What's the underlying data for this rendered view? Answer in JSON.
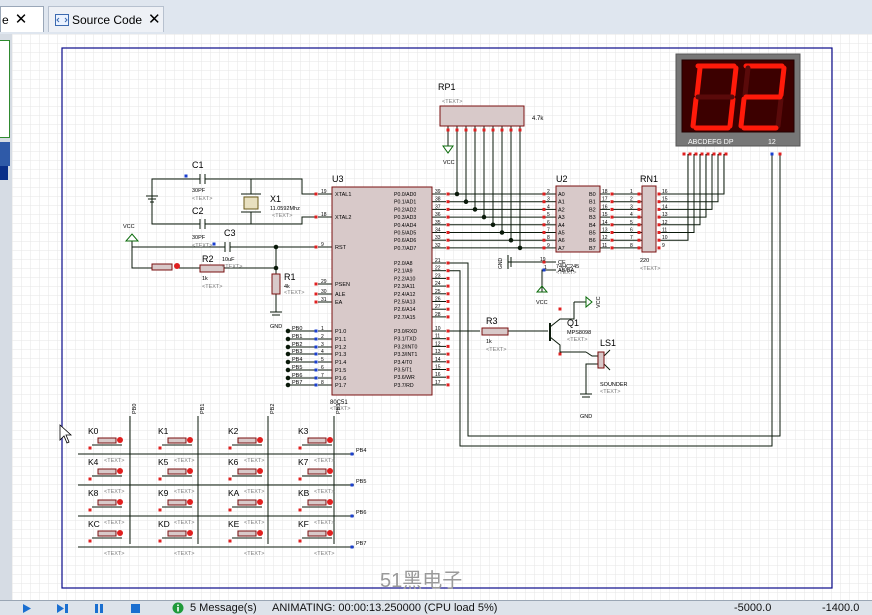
{
  "tabs": [
    {
      "label": "e",
      "active": true
    },
    {
      "label": "Source Code",
      "active": false
    }
  ],
  "tab_close_glyph": "✕",
  "display": {
    "digits": "02",
    "segment_labels": "ABCDEFG DP",
    "pin_labels": "12"
  },
  "components": {
    "RP1": {
      "ref": "RP1",
      "value": "4.7k"
    },
    "U3": {
      "ref": "U3",
      "part": "80C51"
    },
    "U2": {
      "ref": "U2",
      "part": "74HC245"
    },
    "RN1": {
      "ref": "RN1",
      "value": "220"
    },
    "C1": {
      "ref": "C1",
      "value": "30PF"
    },
    "C2": {
      "ref": "C2",
      "value": "30PF"
    },
    "C3": {
      "ref": "C3",
      "value": "10uF"
    },
    "X1": {
      "ref": "X1",
      "value": "11.0592Mhz"
    },
    "R1": {
      "ref": "R1",
      "value": "4k"
    },
    "R2": {
      "ref": "R2",
      "value": "1k"
    },
    "R3": {
      "ref": "R3",
      "value": "1k"
    },
    "Q1": {
      "ref": "Q1",
      "part": "MPS8098"
    },
    "LS1": {
      "ref": "LS1",
      "part": "SOUNDER"
    }
  },
  "text_placeholder": "<TEXT>",
  "power_labels": {
    "vcc": "VCC",
    "gnd": "GND"
  },
  "u3_pins_left": [
    "XTAL1",
    "XTAL2",
    "RST",
    "PSEN",
    "ALE",
    "EA",
    "P1.0",
    "P1.1",
    "P1.2",
    "P1.3",
    "P1.4",
    "P1.5",
    "P1.6",
    "P1.7"
  ],
  "u3_pins_right": [
    "P0.0/AD0",
    "P0.1/AD1",
    "P0.2/AD2",
    "P0.3/AD3",
    "P0.4/AD4",
    "P0.5/AD5",
    "P0.6/AD6",
    "P0.7/AD7",
    "P2.0/A8",
    "P2.1/A9",
    "P2.2/A10",
    "P2.3/A11",
    "P2.4/A12",
    "P2.5/A13",
    "P2.6/A14",
    "P2.7/A15",
    "P3.0/RXD",
    "P3.1/TXD",
    "P3.2/INT0",
    "P3.3/INT1",
    "P3.4/T0",
    "P3.5/T1",
    "P3.6/WR",
    "P3.7/RD"
  ],
  "u3_pin_nums_right": [
    "39",
    "38",
    "37",
    "36",
    "35",
    "34",
    "33",
    "32",
    "21",
    "22",
    "23",
    "24",
    "25",
    "26",
    "27",
    "28",
    "10",
    "11",
    "12",
    "13",
    "14",
    "15",
    "16",
    "17"
  ],
  "u3_pin_nums_left": [
    "19",
    "18",
    "9",
    "29",
    "30",
    "31",
    "1",
    "2",
    "3",
    "4",
    "5",
    "6",
    "7",
    "8"
  ],
  "u2_pins_a": [
    "A0",
    "A1",
    "A2",
    "A3",
    "A4",
    "A5",
    "A6",
    "A7"
  ],
  "u2_pins_b": [
    "B0",
    "B1",
    "B2",
    "B3",
    "B4",
    "B5",
    "B6",
    "B7"
  ],
  "u2_nums_a": [
    "2",
    "3",
    "4",
    "5",
    "6",
    "7",
    "8",
    "9"
  ],
  "u2_nums_b": [
    "18",
    "17",
    "16",
    "15",
    "14",
    "13",
    "12",
    "11"
  ],
  "u2_ctrl": [
    "CE",
    "AB/BA"
  ],
  "u2_ctrl_nums": [
    "19",
    "1"
  ],
  "rn1_nums_left": [
    "1",
    "2",
    "3",
    "4",
    "5",
    "6",
    "7",
    "8"
  ],
  "rn1_nums_right": [
    "16",
    "15",
    "14",
    "13",
    "12",
    "11",
    "10",
    "9"
  ],
  "p1_nets": [
    "PB0",
    "PB1",
    "PB2",
    "PB3",
    "PB4",
    "PB5",
    "PB6",
    "PB7"
  ],
  "keys": [
    "K0",
    "K1",
    "K2",
    "K3",
    "K4",
    "K5",
    "K6",
    "K7",
    "K8",
    "K9",
    "KA",
    "KB",
    "KC",
    "KD",
    "KE",
    "KF"
  ],
  "col_nets": [
    "PB0",
    "PB1",
    "PB2",
    "PB3"
  ],
  "row_nets": [
    "PB4",
    "PB5",
    "PB6",
    "PB7"
  ],
  "watermark": "51黑电子",
  "status": {
    "messages": "5 Message(s)",
    "animating": "ANIMATING: 00:00:13.250000 (CPU load 5%)",
    "coord_x": "-5000.0",
    "coord_y": "-1400.0"
  },
  "colors": {
    "wire": "#0b1a0b",
    "component_fill": "#d8c9c9",
    "component_border": "#7a1010",
    "pin_red": "#e02020",
    "pin_blue": "#1a3fd0",
    "frame": "#0a0a8a",
    "display_bg": "#3c0000",
    "segment_on": "#ff1a0a",
    "grid": "#e6e6e6"
  }
}
